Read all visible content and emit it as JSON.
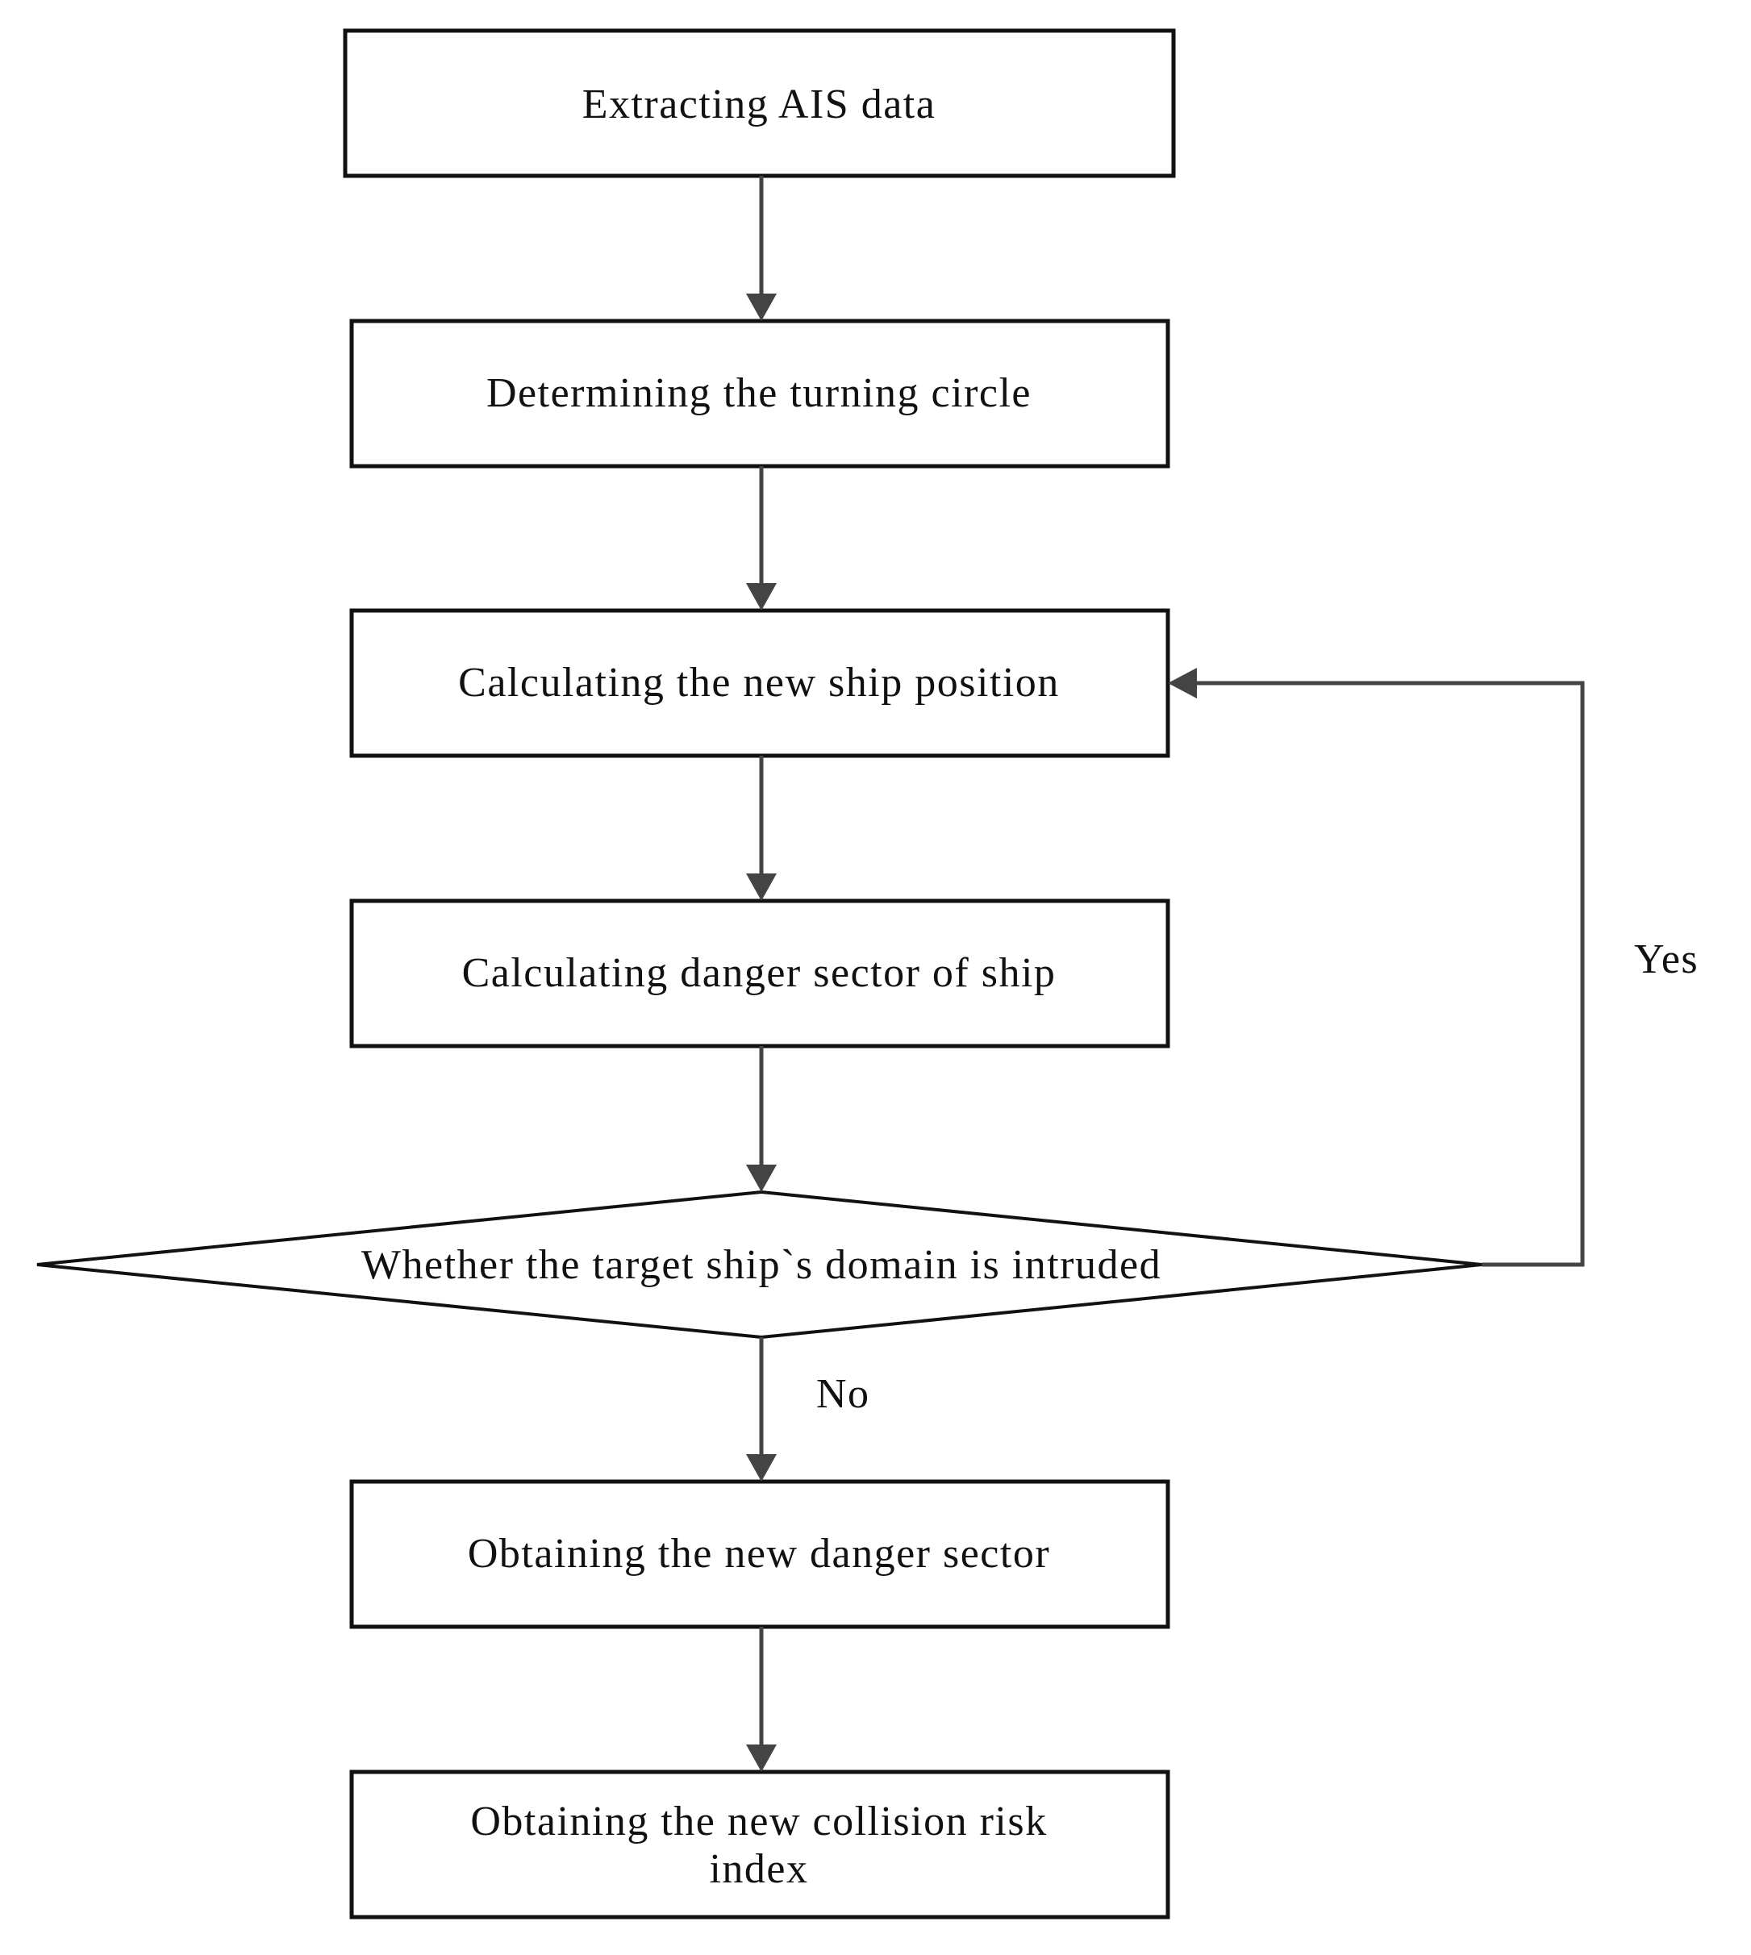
{
  "diagram": {
    "nodes": {
      "extract_ais": "Extracting AIS data",
      "turning_circle": "Determining the turning circle",
      "new_position": "Calculating the new ship position",
      "danger_sector": "Calculating danger sector of ship",
      "decision": "Whether the target ship`s domain is intruded",
      "new_danger_sector": "Obtaining the new danger sector",
      "risk_index_line1": "Obtaining the new collision risk",
      "risk_index_line2": "index"
    },
    "edges": {
      "yes_label": "Yes",
      "no_label": "No"
    }
  }
}
